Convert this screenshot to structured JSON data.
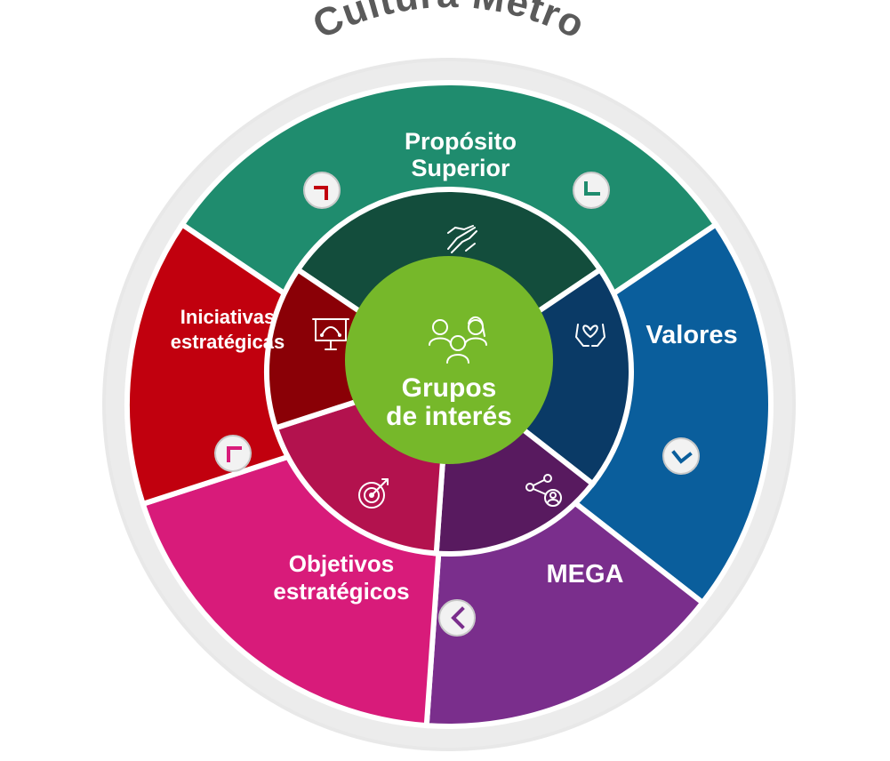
{
  "diagram": {
    "title": "Cultura Metro",
    "center": {
      "line1": "Grupos",
      "line2": "de interés",
      "color": "#76b82a"
    },
    "segments": [
      {
        "key": "proposito",
        "line1": "Propósito",
        "line2": "Superior",
        "color": "#1f8c6e",
        "inner_color": "#134d3c",
        "icon": "handshake-icon"
      },
      {
        "key": "valores",
        "line1": "Valores",
        "line2": "",
        "color": "#0a5e9c",
        "inner_color": "#0a3a66",
        "icon": "hands-heart-icon"
      },
      {
        "key": "mega",
        "line1": "MEGA",
        "line2": "",
        "color": "#7a2e8c",
        "inner_color": "#581a5f",
        "icon": "network-user-icon"
      },
      {
        "key": "objetivos",
        "line1": "Objetivos",
        "line2": "estratégicos",
        "color": "#d81b7a",
        "inner_color": "#b3124e",
        "icon": "target-icon"
      },
      {
        "key": "iniciativas",
        "line1": "Iniciativas",
        "line2": "estratégicas",
        "color": "#c1000e",
        "inner_color": "#8a0006",
        "icon": "presentation-board-icon"
      }
    ],
    "ring_color": "#e6e6e6"
  }
}
